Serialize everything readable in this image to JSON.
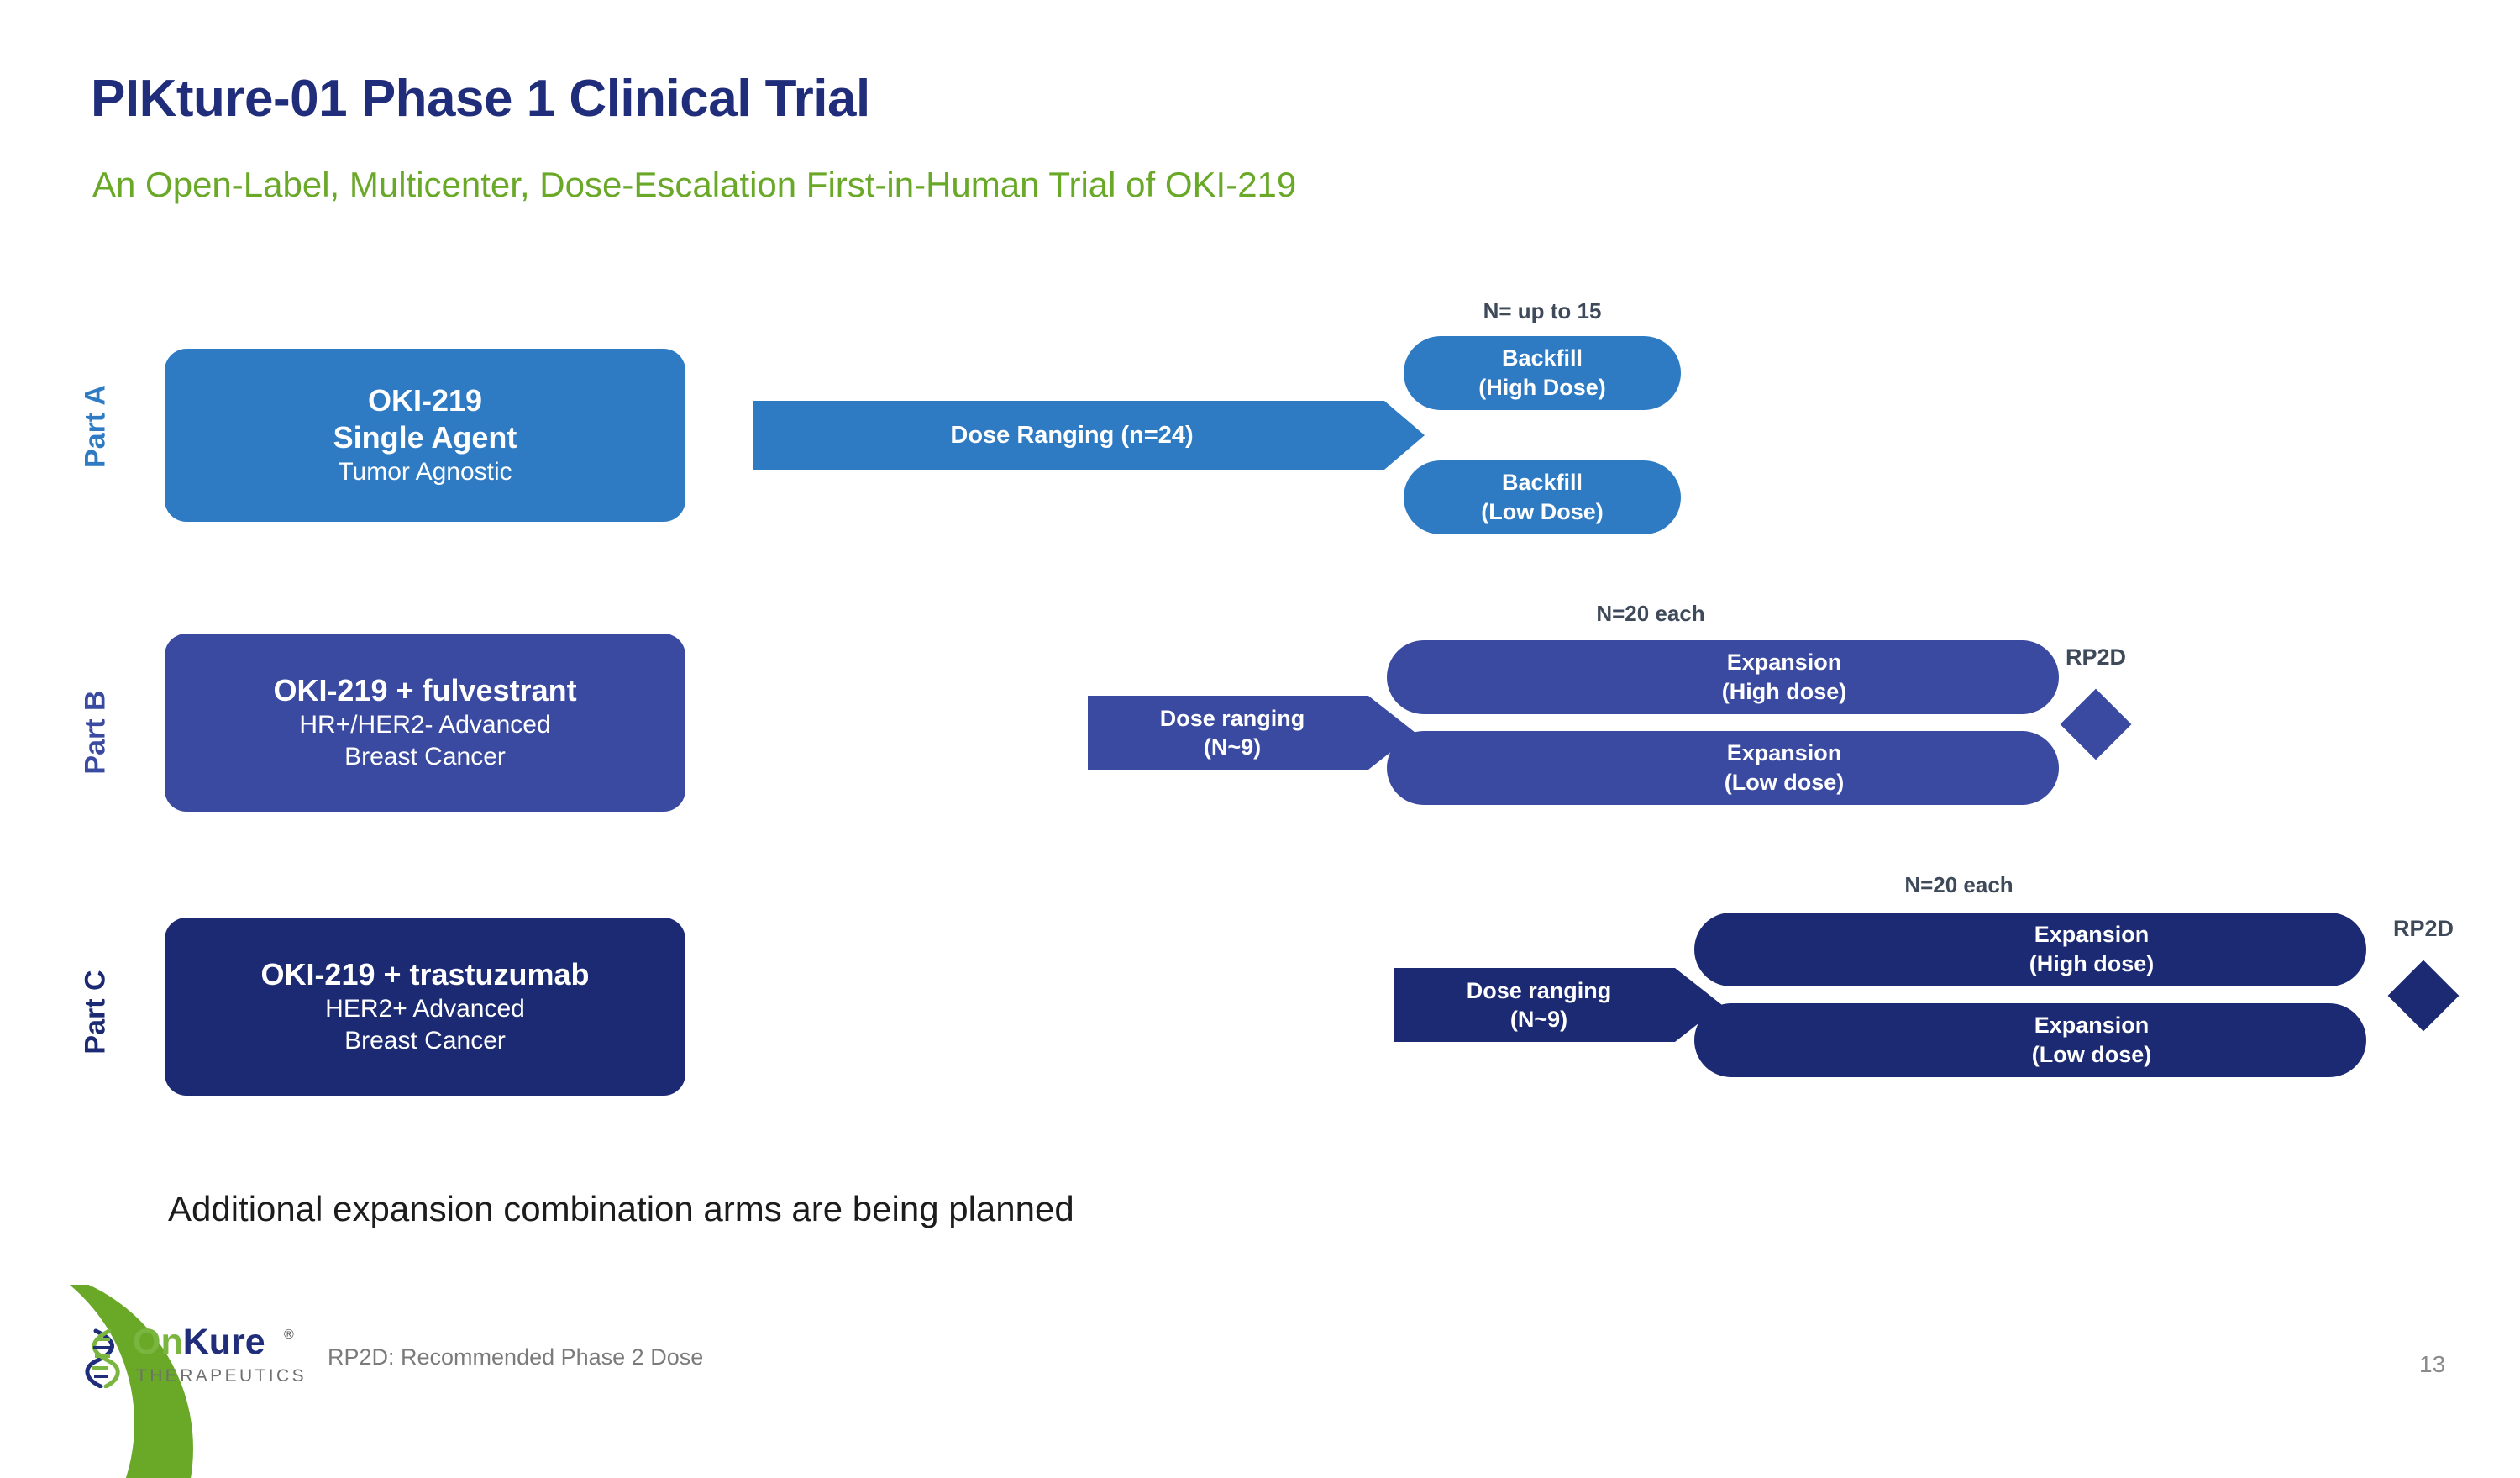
{
  "header": {
    "title": "PIKture-01 Phase 1 Clinical Trial",
    "subtitle": "An Open-Label, Multicenter, Dose-Escalation First-in-Human Trial of OKI-219"
  },
  "parts": {
    "a": {
      "label": "Part A",
      "arm_title_line1": "OKI-219",
      "arm_title_line2": "Single Agent",
      "arm_sub": "Tumor Agnostic",
      "dose_arrow": "Dose Ranging (n=24)",
      "n_caption": "N= up to 15",
      "outcome_high_line1": "Backfill",
      "outcome_high_line2": "(High Dose)",
      "outcome_low_line1": "Backfill",
      "outcome_low_line2": "(Low Dose)",
      "color": "#2e7bc4"
    },
    "b": {
      "label": "Part B",
      "arm_title": "OKI-219 + fulvestrant",
      "arm_sub_line1": "HR+/HER2- Advanced",
      "arm_sub_line2": "Breast Cancer",
      "dose_arrow_line1": "Dose ranging",
      "dose_arrow_line2": "(N~9)",
      "n_caption": "N=20 each",
      "outcome_high_line1": "Expansion",
      "outcome_high_line2": "(High dose)",
      "outcome_low_line1": "Expansion",
      "outcome_low_line2": "(Low dose)",
      "rp2d_label": "RP2D",
      "color": "#3a4aa0"
    },
    "c": {
      "label": "Part C",
      "arm_title": "OKI-219 + trastuzumab",
      "arm_sub_line1": "HER2+ Advanced",
      "arm_sub_line2": "Breast Cancer",
      "dose_arrow_line1": "Dose ranging",
      "dose_arrow_line2": "(N~9)",
      "n_caption": "N=20 each",
      "outcome_high_line1": "Expansion",
      "outcome_high_line2": "(High dose)",
      "outcome_low_line1": "Expansion",
      "outcome_low_line2": "(Low dose)",
      "rp2d_label": "RP2D",
      "color": "#1b2a72"
    }
  },
  "notes": {
    "planned": "Additional expansion combination arms are being planned",
    "abbreviation": "RP2D: Recommended Phase 2 Dose"
  },
  "logo": {
    "word_on": "On",
    "word_kure": "Kure",
    "registered": "®",
    "tagline": "THERAPEUTICS"
  },
  "page_number": "13",
  "palette": {
    "title_navy": "#1f2d7a",
    "subtitle_green": "#6aa828",
    "part_a_blue": "#2e7bc4",
    "part_b_indigo": "#3a4aa0",
    "part_c_navy": "#1b2a72",
    "caption_gray": "#3e4a5a",
    "footer_gray": "#7b7b7b"
  }
}
